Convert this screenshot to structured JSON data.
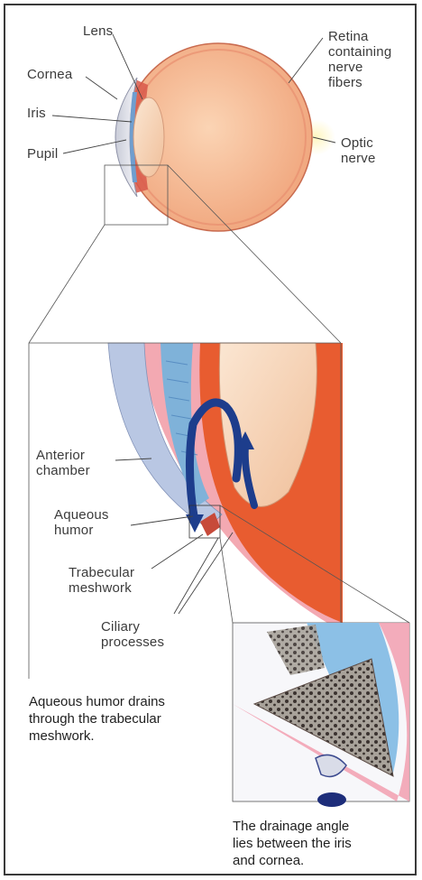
{
  "labels": {
    "lens": "Lens",
    "retina": "Retina\ncontaining\nnerve\nfibers",
    "cornea": "Cornea",
    "iris": "Iris",
    "pupil": "Pupil",
    "optic_nerve": "Optic\nnerve",
    "anterior_chamber": "Anterior\nchamber",
    "aqueous_humor": "Aqueous\nhumor",
    "trabecular_meshwork": "Trabecular\nmeshwork",
    "ciliary_processes": "Ciliary\nprocesses"
  },
  "captions": {
    "drain": "Aqueous humor drains\nthrough the trabecular\nmeshwork.",
    "angle": "The drainage angle\nlies between the iris\nand cornea."
  },
  "colors": {
    "frame": "#3a3a3a",
    "sclera": "#f2b58f",
    "iris": "#6f9ecf",
    "lens": "#f6d7bf",
    "flow_arrow": "#1d3d8c"
  }
}
